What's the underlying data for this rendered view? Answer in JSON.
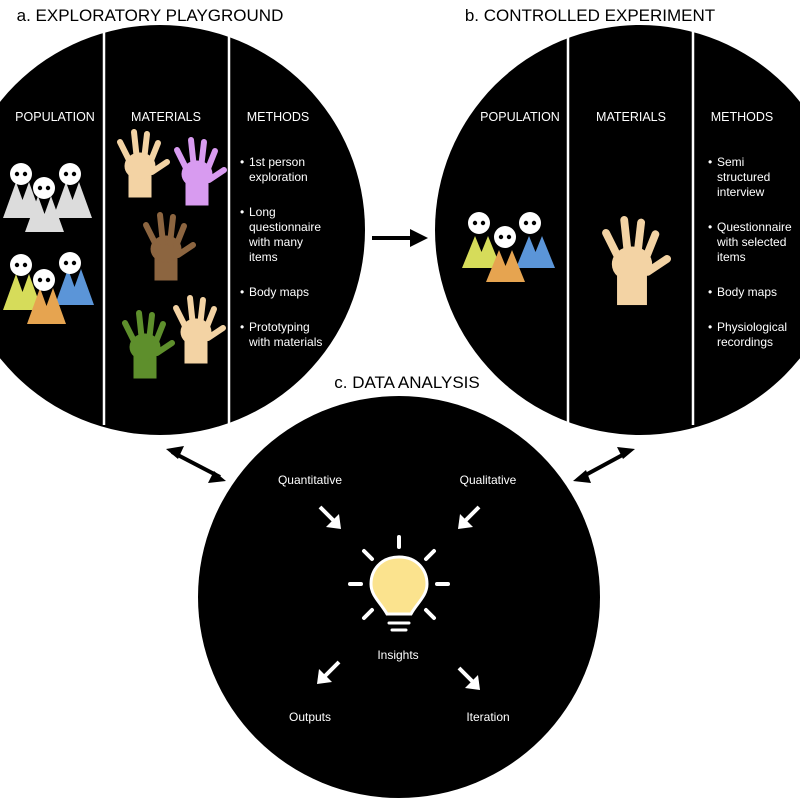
{
  "panel_a": {
    "title": "a. EXPLORATORY PLAYGROUND",
    "population": "POPULATION",
    "materials": "MATERIALS",
    "methods_header": "METHODS",
    "methods": [
      [
        "1st person",
        "exploration"
      ],
      [
        "Long",
        "questionnaire",
        "with many",
        "items"
      ],
      [
        "Body maps"
      ],
      [
        "Prototyping",
        "with materials"
      ]
    ]
  },
  "panel_b": {
    "title": "b. CONTROLLED EXPERIMENT",
    "population": "POPULATION",
    "materials": "MATERIALS",
    "methods_header": "METHODS",
    "methods": [
      [
        "Semi",
        "structured",
        "interview"
      ],
      [
        "Questionnaire",
        "with selected",
        "items"
      ],
      [
        "Body maps"
      ],
      [
        "Physiological",
        "recordings"
      ]
    ]
  },
  "panel_c": {
    "title": "c. DATA ANALYSIS",
    "quantitative": "Quantitative",
    "qualitative": "Qualitative",
    "insights": "Insights",
    "outputs": "Outputs",
    "iteration": "Iteration"
  },
  "colors": {
    "skin": "#f3d3a4",
    "purple": "#d89bf0",
    "brown": "#8c6540",
    "green": "#5e8f2c",
    "yellow_person": "#d6dc5a",
    "orange_person": "#e6a450",
    "blue_person": "#5b95d8",
    "grey_person": "#dcdcdc",
    "bulb": "#fbe38e"
  }
}
